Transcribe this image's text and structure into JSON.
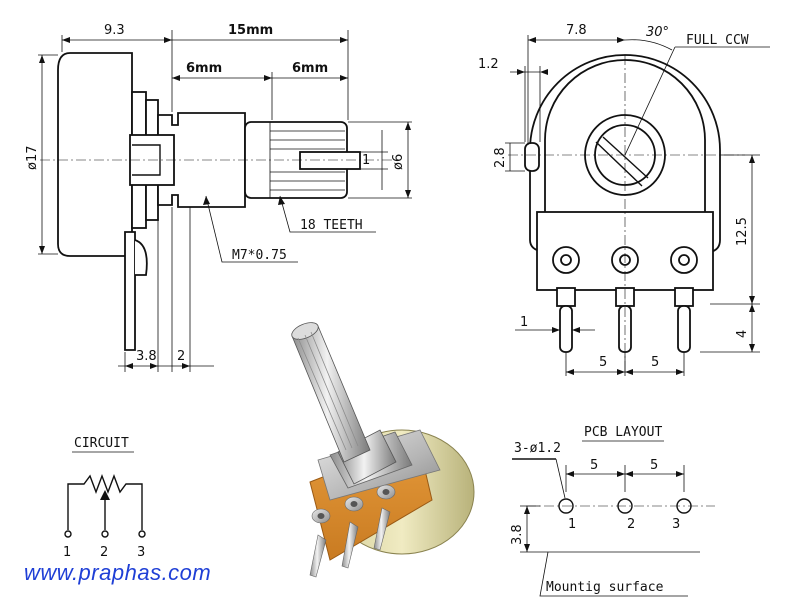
{
  "side_view": {
    "dim_body_width": "9.3",
    "dim_total_length": "15mm",
    "dim_bushing": "6mm",
    "dim_shaft": "6mm",
    "dim_diameter": "ø17",
    "dim_shaft_diameter": "ø6",
    "dim_slot": "1",
    "dim_thread": "M7*0.75",
    "dim_teeth": "18 TEETH",
    "dim_pin_offset": "3.8",
    "dim_mount": "2"
  },
  "front_view": {
    "dim_width": "7.8",
    "dim_angle": "30°",
    "label_rotation": "FULL CCW",
    "dim_tab": "1.2",
    "dim_tab_height": "2.8",
    "dim_height": "12.5",
    "dim_pin_width": "1",
    "dim_pin_length": "4",
    "dim_pitch_1": "5",
    "dim_pitch_2": "5"
  },
  "circuit": {
    "title": "CIRCUIT",
    "pins": [
      "1",
      "2",
      "3"
    ]
  },
  "pcb_layout": {
    "title": "PCB LAYOUT",
    "hole_spec": "3-ø1.2",
    "pitch_1": "5",
    "pitch_2": "5",
    "pins": [
      "1",
      "2",
      "3"
    ],
    "offset": "3.8",
    "surface_label": "Mountig surface"
  },
  "watermark": "www.praphas.com",
  "colors": {
    "watermark": "#1f3fd6",
    "pcb_board": "#d98a2c",
    "metal": "#c9c9c9"
  }
}
